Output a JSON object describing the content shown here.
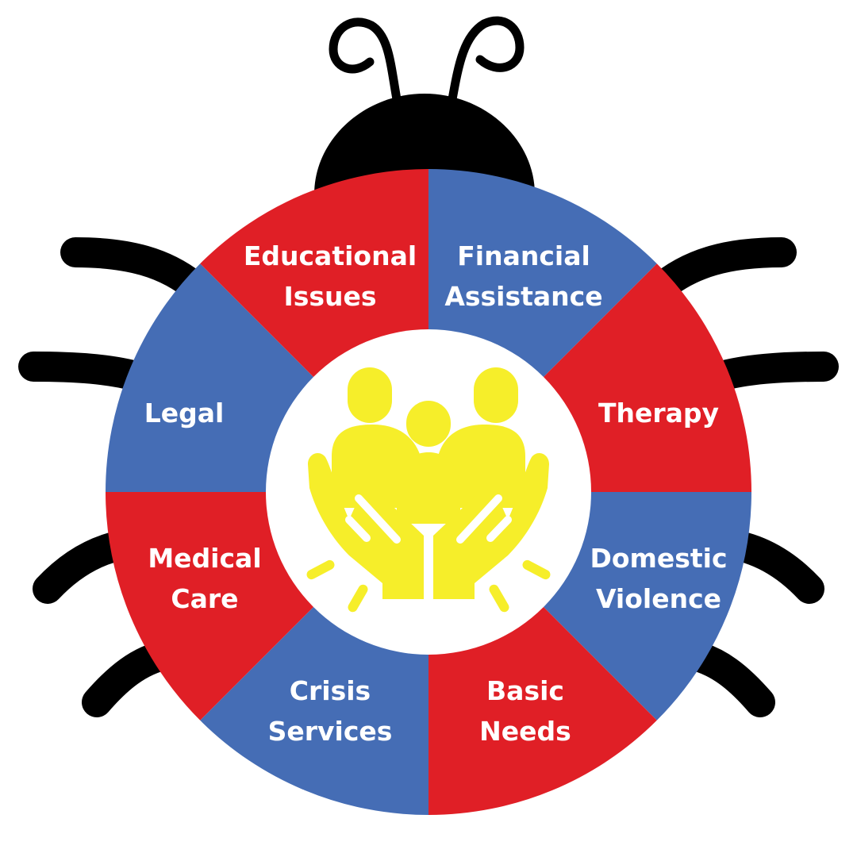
{
  "colors": {
    "background": "#ffffff",
    "body_black": "#000000",
    "red": "#e01f26",
    "blue": "#456db5",
    "center_white": "#ffffff",
    "icon_yellow": "#f6ee2a"
  },
  "center_icon": {
    "name": "community-care-hands-icon"
  },
  "segments": [
    {
      "id": "financial-assistance",
      "lines": [
        "Financial",
        "Assistance"
      ],
      "color": "blue"
    },
    {
      "id": "therapy",
      "lines": [
        "Therapy"
      ],
      "color": "red"
    },
    {
      "id": "domestic-violence",
      "lines": [
        "Domestic",
        "Violence"
      ],
      "color": "blue"
    },
    {
      "id": "basic-needs",
      "lines": [
        "Basic",
        "Needs"
      ],
      "color": "red"
    },
    {
      "id": "crisis-services",
      "lines": [
        "Crisis",
        "Services"
      ],
      "color": "blue"
    },
    {
      "id": "medical-care",
      "lines": [
        "Medical",
        "Care"
      ],
      "color": "red"
    },
    {
      "id": "legal",
      "lines": [
        "Legal"
      ],
      "color": "blue"
    },
    {
      "id": "educational-issues",
      "lines": [
        "Educational",
        "Issues"
      ],
      "color": "red"
    }
  ]
}
